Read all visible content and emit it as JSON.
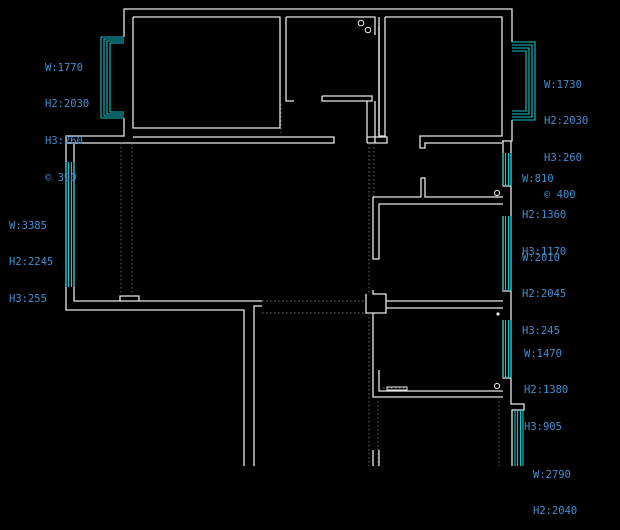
{
  "window_labels": [
    {
      "id": "top-left",
      "lines": [
        "W:1770",
        "H2:2030",
        "H3:260",
        "© 390"
      ]
    },
    {
      "id": "top-right",
      "lines": [
        "W:1730",
        "H2:2030",
        "H3:260",
        "© 400"
      ]
    },
    {
      "id": "left",
      "lines": [
        "W:3385",
        "H2:2245",
        "H3:255"
      ]
    },
    {
      "id": "right-1",
      "lines": [
        "W:810",
        "H2:1360",
        "H3:1170"
      ]
    },
    {
      "id": "right-2",
      "lines": [
        "W:2010",
        "H2:2045",
        "H3:245"
      ]
    },
    {
      "id": "right-3",
      "lines": [
        "W:1470",
        "H2:1380",
        "H3:905"
      ]
    },
    {
      "id": "right-4",
      "lines": [
        "W:2790",
        "H2:2040"
      ]
    }
  ],
  "colors": {
    "background": "#000000",
    "wall": "#e8e8e8",
    "window": "#13c4cc",
    "label": "#3f8fd0"
  }
}
